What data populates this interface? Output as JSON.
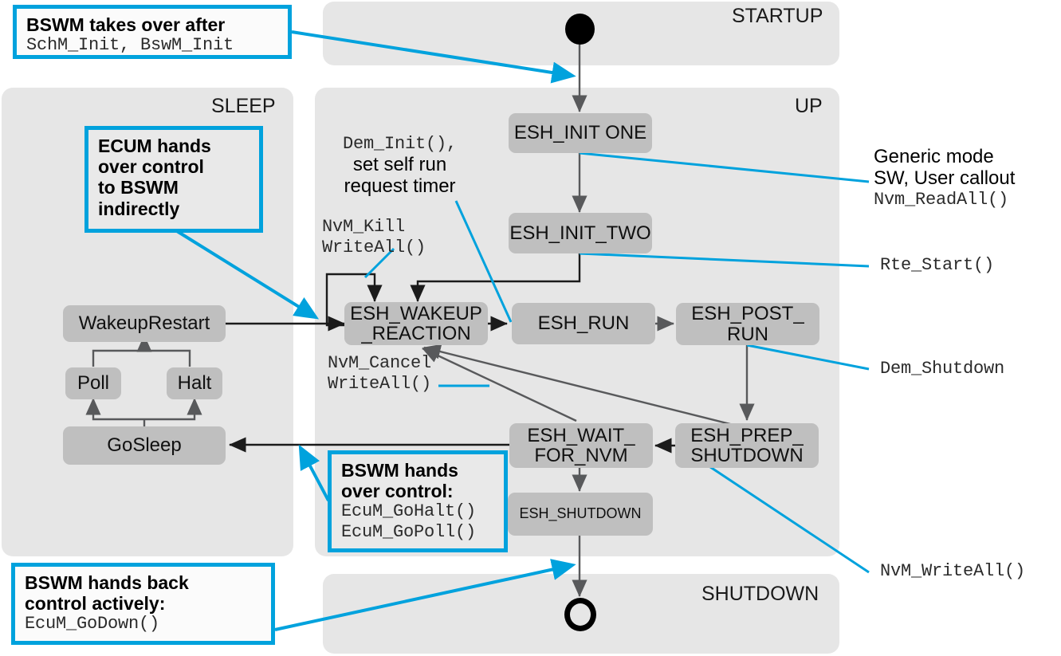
{
  "diagram": {
    "title": "AUTOSAR BswM / EcuM state handover diagram",
    "accent_color": "#00a2dd",
    "region_fill": "#e6e6e6",
    "state_fill": "#bfbfbf"
  },
  "regions": [
    {
      "id": "startup",
      "label": "STARTUP"
    },
    {
      "id": "sleep",
      "label": "SLEEP"
    },
    {
      "id": "up",
      "label": "UP"
    },
    {
      "id": "shutdown",
      "label": "SHUTDOWN"
    }
  ],
  "states": {
    "init_one": {
      "label": "ESH_INIT ONE"
    },
    "init_two": {
      "label": "ESH_INIT_TWO"
    },
    "wakeup_reaction": {
      "line1": "ESH_WAKEUP",
      "line2": "_REACTION"
    },
    "run": {
      "label": "ESH_RUN"
    },
    "post_run": {
      "line1": "ESH_POST_",
      "line2": "RUN"
    },
    "wait_for_nvm": {
      "line1": "ESH_WAIT_",
      "line2": "FOR_NVM"
    },
    "prep_shutdown": {
      "line1": "ESH_PREP_",
      "line2": "SHUTDOWN"
    },
    "shutdown_state": {
      "label": "ESH_SHUTDOWN"
    },
    "wakeup_restart": {
      "label": "WakeupRestart"
    },
    "poll": {
      "label": "Poll"
    },
    "halt": {
      "label": "Halt"
    },
    "go_sleep": {
      "label": "GoSleep"
    }
  },
  "callouts": {
    "takes_over": {
      "bold": "BSWM takes over after",
      "mono": "SchM_Init, BswM_Init"
    },
    "ecum_hands_over": {
      "bold_l1": "ECUM hands",
      "bold_l2": "over control",
      "bold_l3": "to BSWM",
      "bold_l4": "indirectly"
    },
    "bswm_hands_over": {
      "bold_l1": "BSWM hands",
      "bold_l2": "over control:",
      "mono_l1": "EcuM_GoHalt()",
      "mono_l2": "EcuM_GoPoll()"
    },
    "hands_back": {
      "bold_l1": "BSWM hands back",
      "bold_l2": "control actively:",
      "mono_l1": "EcuM_GoDown()"
    }
  },
  "notes": {
    "dem_init": {
      "mono_l1": "Dem_Init(),",
      "sans_l1": "set self run",
      "sans_l2": "request timer"
    },
    "nvm_kill": {
      "mono_l1": "NvM_Kill",
      "mono_l2": "WriteAll()"
    },
    "nvm_cancel": {
      "mono_l1": "NvM_Cancel",
      "mono_l2": "WriteAll()"
    },
    "generic_mode": {
      "sans_l1": "Generic mode",
      "sans_l2": "SW, User callout",
      "mono_l1": "Nvm_ReadAll()"
    },
    "rte_start": {
      "mono_l1": "Rte_Start()"
    },
    "dem_shutdown": {
      "mono_l1": "Dem_Shutdown"
    },
    "nvm_writeall": {
      "mono_l1": "NvM_WriteAll()"
    }
  }
}
